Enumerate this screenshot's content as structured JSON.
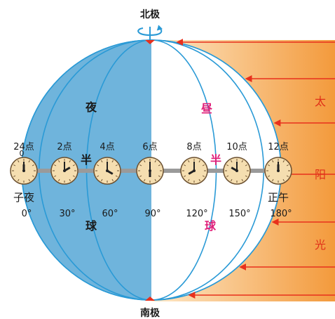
{
  "poles": {
    "north": "北极",
    "south": "南极"
  },
  "hemispheres": {
    "night": {
      "label_top": "夜",
      "label_mid": "半",
      "label_bottom": "球",
      "color": "#6fb4dc"
    },
    "day": {
      "label_top": "昼",
      "label_mid": "半",
      "label_bottom": "球",
      "color": "#ffffff"
    }
  },
  "sunlight": {
    "chars": [
      "太",
      "阳",
      "光"
    ],
    "color_light": "#fde8c8",
    "color_deep": "#f39a3c",
    "arrow_color": "#e8301c"
  },
  "clocks": [
    {
      "time": "24点",
      "time_extra": "0",
      "name": "子夜",
      "degree": "0°",
      "hour": 0
    },
    {
      "time": "2点",
      "time_extra": "",
      "name": "",
      "degree": "30°",
      "hour": 2
    },
    {
      "time": "4点",
      "time_extra": "",
      "name": "",
      "degree": "60°",
      "hour": 4
    },
    {
      "time": "6点",
      "time_extra": "",
      "name": "",
      "degree": "90°",
      "hour": 6
    },
    {
      "time": "8点",
      "time_extra": "",
      "name": "",
      "degree": "120°",
      "hour": 8
    },
    {
      "time": "10点",
      "time_extra": "",
      "name": "",
      "degree": "150°",
      "hour": 10
    },
    {
      "time": "12点",
      "time_extra": "",
      "name": "正午",
      "degree": "180°",
      "hour": 12
    }
  ],
  "colors": {
    "clock_face": "#f5deb0",
    "meridian": "#2a9ad6",
    "outline": "#2a9ad6"
  }
}
